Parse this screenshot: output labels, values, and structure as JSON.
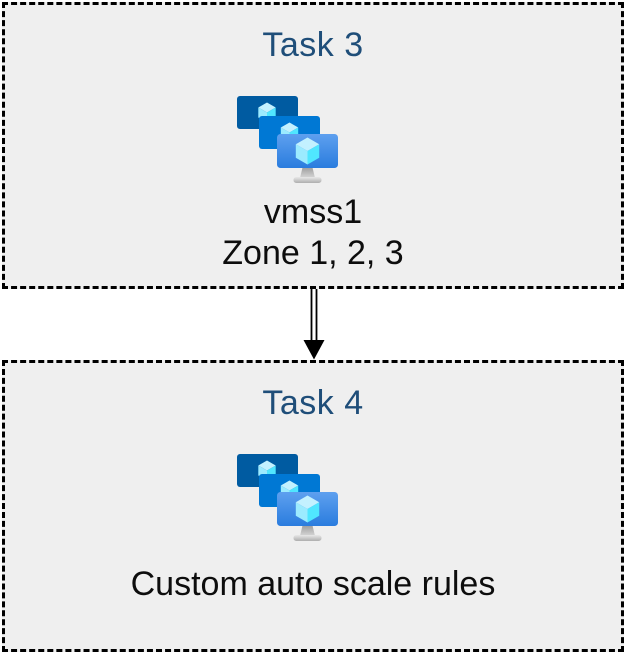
{
  "diagram": {
    "task3": {
      "title": "Task 3",
      "caption_line1": "vmss1",
      "caption_line2": "Zone 1, 2, 3",
      "icon": "vmss-icon"
    },
    "task4": {
      "title": "Task 4",
      "caption_line1": "Custom auto scale rules",
      "icon": "vmss-icon"
    },
    "connector": {
      "type": "double-line-arrow",
      "direction": "down"
    },
    "colors": {
      "title_text": "#1F4E79",
      "caption_text": "#0D0D0D",
      "box_background": "#EFEFEF",
      "box_border": "#000000",
      "monitor_back": "#005BA1",
      "monitor_middle": "#0078D4",
      "monitor_front_top": "#5EA0EF",
      "monitor_front_bottom": "#2A7CDE",
      "cube_top": "#C3F1FF",
      "cube_left": "#9CEBFF",
      "cube_right": "#50E6FF",
      "stand_gray": "#C8C8C8"
    }
  }
}
